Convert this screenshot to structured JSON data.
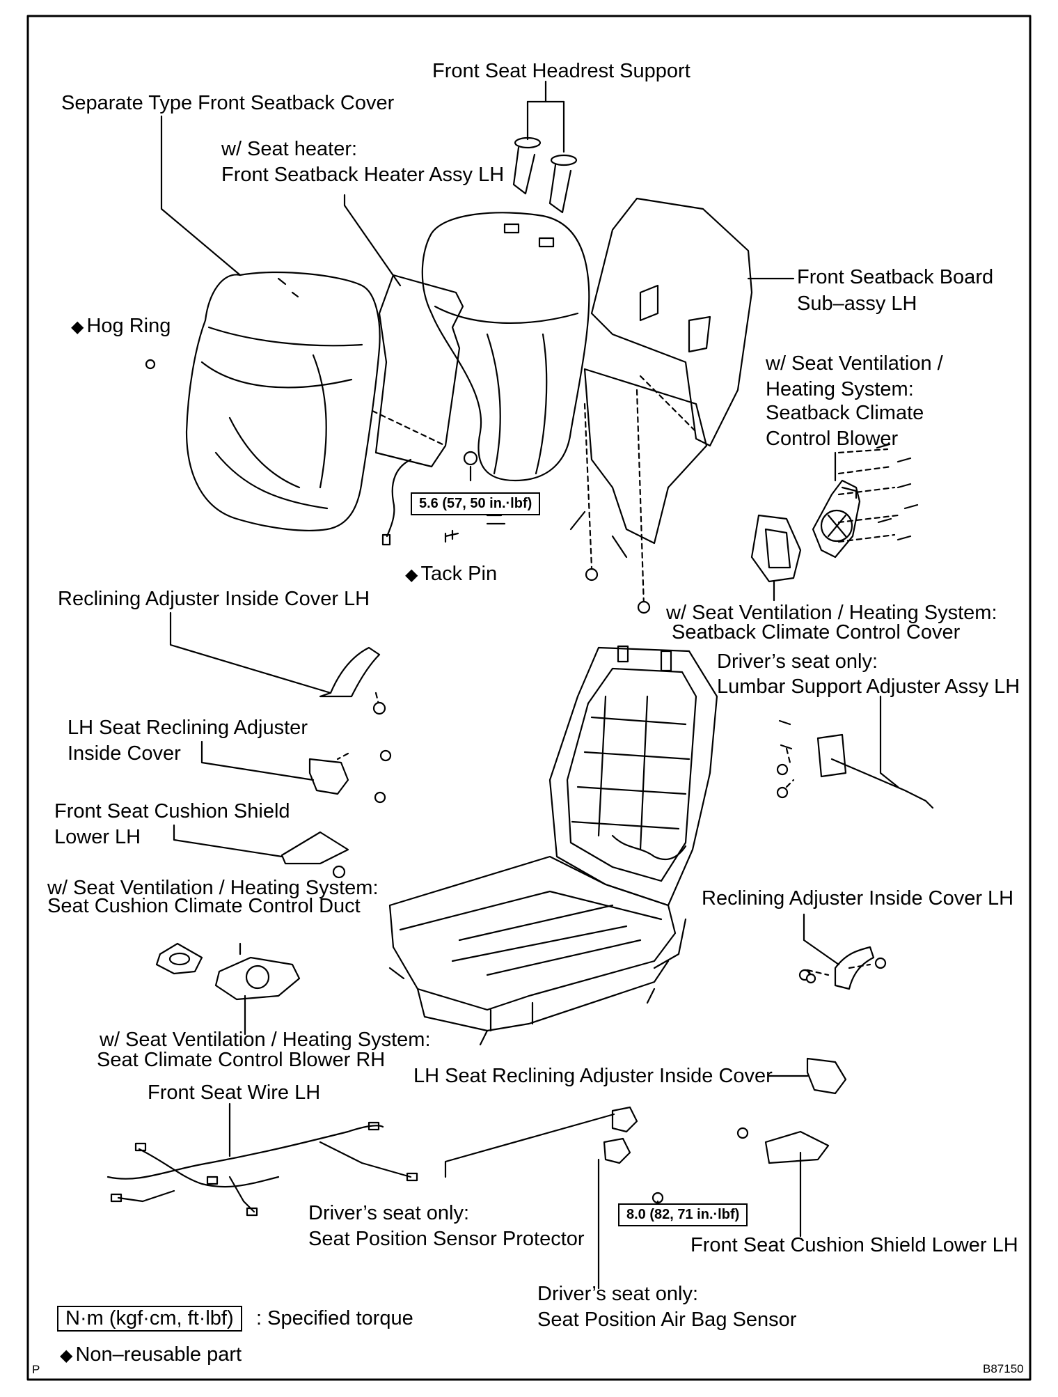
{
  "labels": {
    "headrest_support": "Front Seat Headrest Support",
    "seatback_cover": "Separate Type Front Seatback Cover",
    "heater_note": "w/ Seat heater:",
    "heater_assy": "Front Seatback Heater Assy LH",
    "board_line1": "Front Seatback Board",
    "board_line2": "Sub–assy LH",
    "hog_ring": "Hog Ring",
    "vent_blower_1": "w/ Seat Ventilation /",
    "vent_blower_2": "Heating System:",
    "vent_blower_3": "Seatback Climate",
    "vent_blower_4": "Control Blower",
    "tack_pin": "Tack Pin",
    "recl_cover_lh_top": "Reclining Adjuster Inside Cover LH",
    "vent_cover_1": "w/ Seat Ventilation / Heating System:",
    "vent_cover_2": "Seatback Climate Control Cover",
    "lumbar_1": "Driver’s seat only:",
    "lumbar_2": "Lumbar Support Adjuster Assy LH",
    "lh_recl_cover_1": "LH Seat Reclining Adjuster",
    "lh_recl_cover_2": "Inside Cover",
    "cushion_shield_1": "Front Seat Cushion Shield",
    "cushion_shield_2": "Lower LH",
    "duct_1": "w/ Seat Ventilation / Heating System:",
    "duct_2": "Seat Cushion Climate Control Duct",
    "recl_cover_lh_right": "Reclining Adjuster Inside Cover LH",
    "blower_rh_1": "w/ Seat Ventilation / Heating System:",
    "blower_rh_2": "Seat Climate Control Blower RH",
    "lh_recl_cover_right": "LH Seat Reclining Adjuster Inside Cover",
    "wire": "Front Seat Wire LH",
    "protector_1": "Driver’s seat only:",
    "protector_2": "Seat Position Sensor Protector",
    "shield_lower_right": "Front Seat Cushion Shield Lower LH",
    "airbag_sensor_1": "Driver’s seat only:",
    "airbag_sensor_2": "Seat Position Air Bag Sensor"
  },
  "torques": {
    "t1": "5.6 (57, 50 in.·lbf)",
    "t2": "8.0 (82, 71 in.·lbf)"
  },
  "legend": {
    "unit_box": "N·m (kgf·cm, ft·lbf)",
    "unit_desc": ": Specified torque",
    "non_reusable": "Non–reusable part"
  },
  "corner": {
    "left": "P",
    "right": "B87150"
  }
}
